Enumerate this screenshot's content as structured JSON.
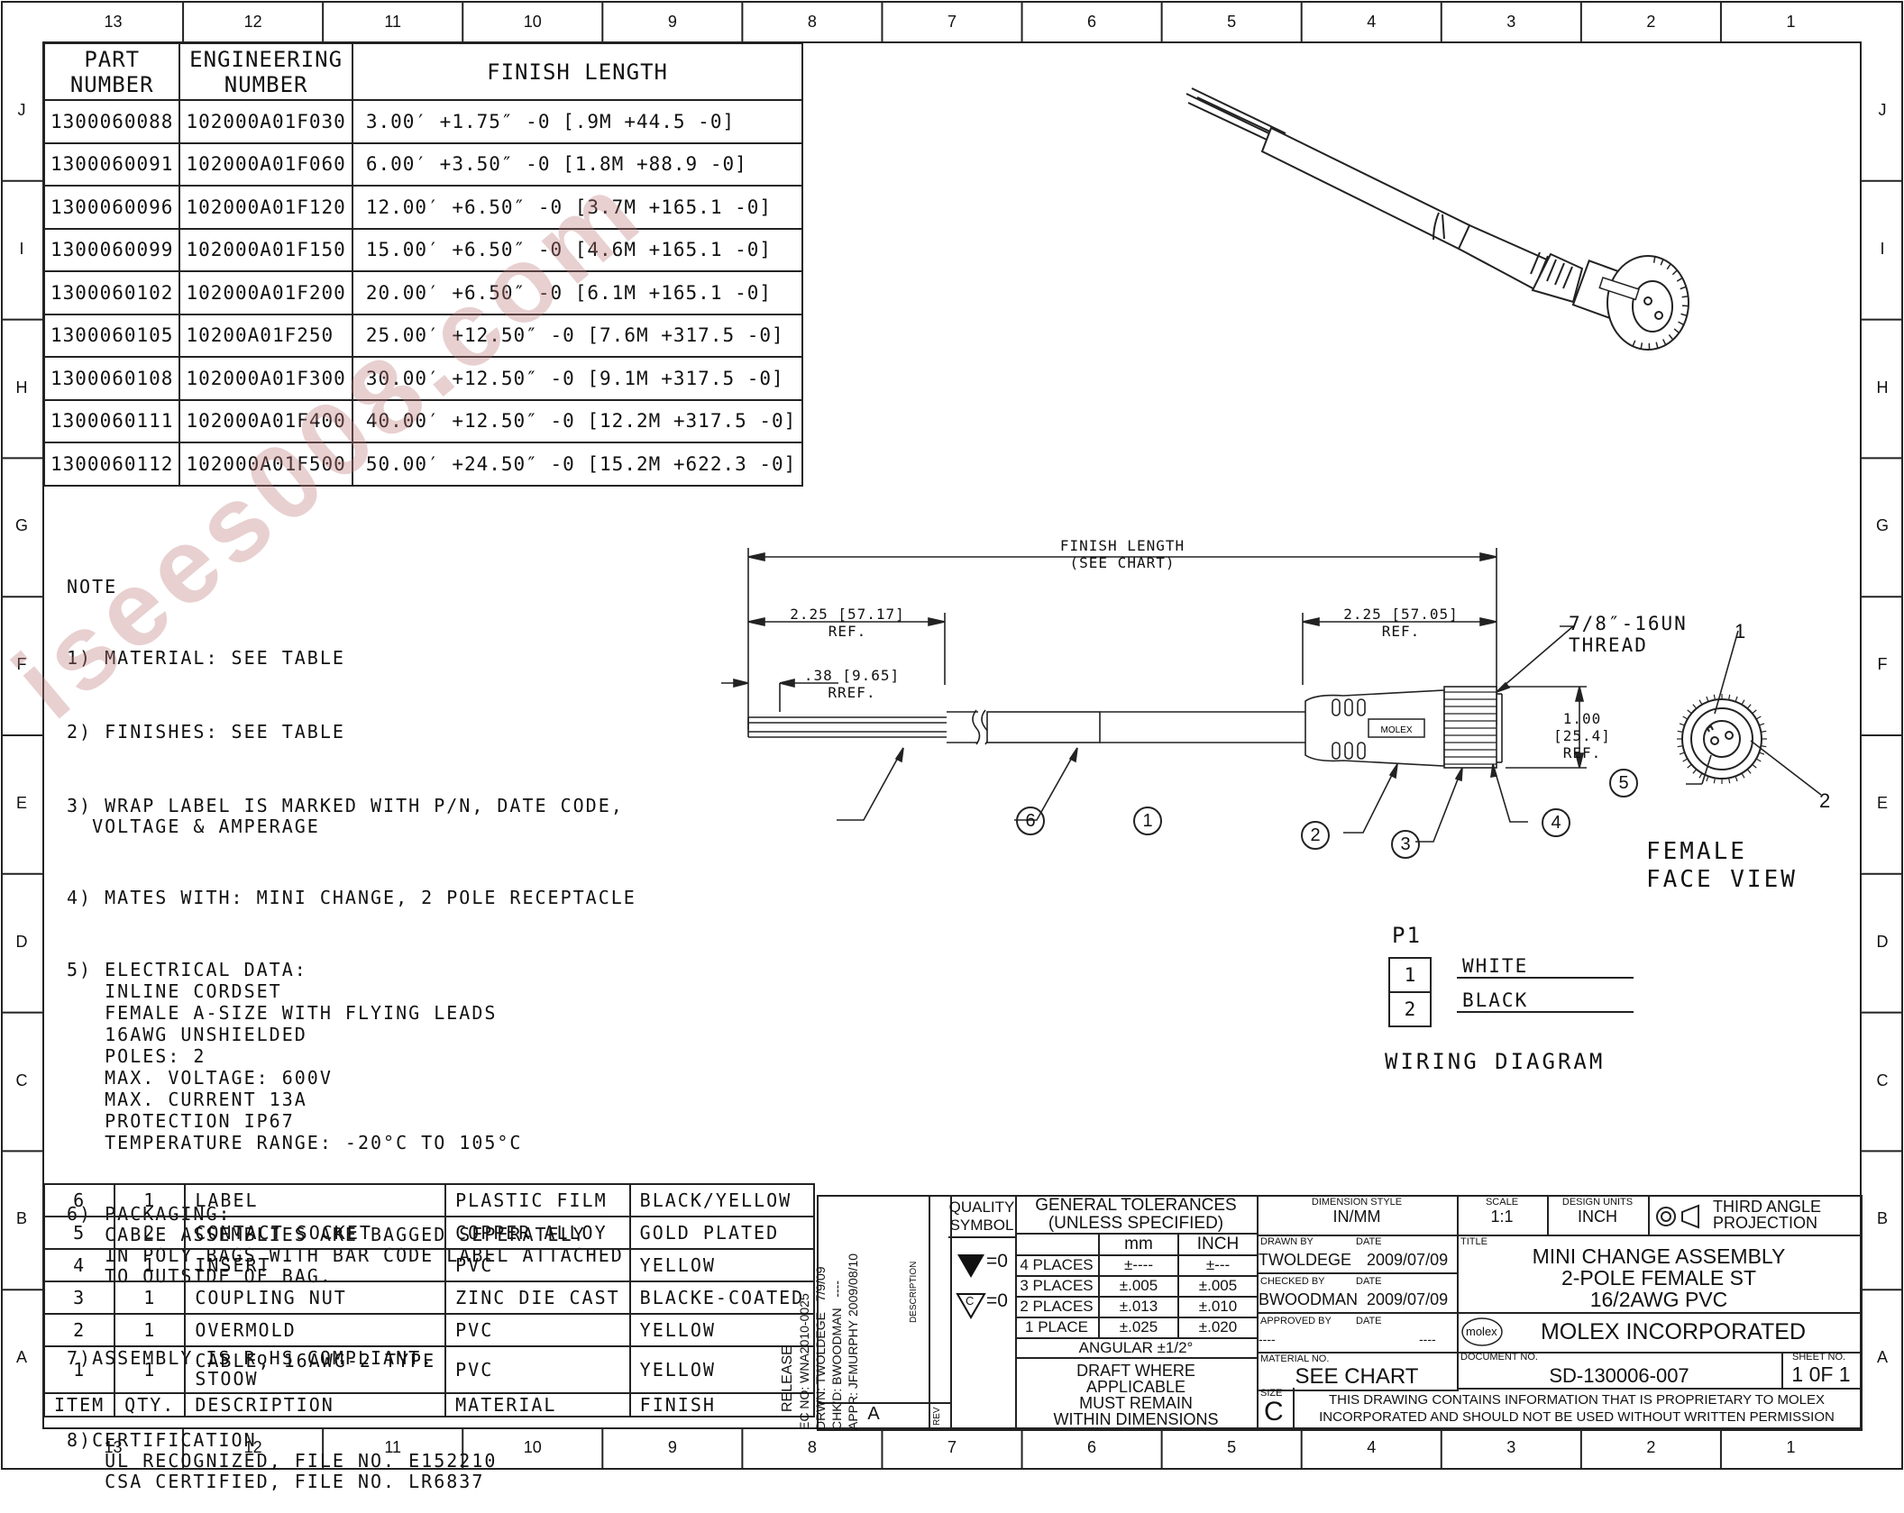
{
  "zones": {
    "columns": [
      "13",
      "12",
      "11",
      "10",
      "9",
      "8",
      "7",
      "6",
      "5",
      "4",
      "3",
      "2",
      "1"
    ],
    "rows": [
      "J",
      "I",
      "H",
      "G",
      "F",
      "E",
      "D",
      "C",
      "B",
      "A"
    ]
  },
  "part_table": {
    "headers": [
      "PART\nNUMBER",
      "ENGINEERING\nNUMBER",
      "FINISH LENGTH"
    ],
    "rows": [
      [
        "1300060088",
        "102000A01F030",
        "3.00′ +1.75″ -0 [.9M +44.5 -0]"
      ],
      [
        "1300060091",
        "102000A01F060",
        "6.00′ +3.50″ -0 [1.8M +88.9 -0]"
      ],
      [
        "1300060096",
        "102000A01F120",
        "12.00′ +6.50″ -0 [3.7M +165.1 -0]"
      ],
      [
        "1300060099",
        "102000A01F150",
        "15.00′ +6.50″ -0 [4.6M +165.1 -0]"
      ],
      [
        "1300060102",
        "102000A01F200",
        "20.00′ +6.50″ -0 [6.1M +165.1 -0]"
      ],
      [
        "1300060105",
        "10200A01F250",
        "25.00′ +12.50″ -0 [7.6M +317.5 -0]"
      ],
      [
        "1300060108",
        "102000A01F300",
        "30.00′ +12.50″ -0 [9.1M +317.5 -0]"
      ],
      [
        "1300060111",
        "102000A01F400",
        "40.00′ +12.50″ -0 [12.2M +317.5 -0]"
      ],
      [
        "1300060112",
        "102000A01F500",
        "50.00′ +24.50″ -0 [15.2M +622.3 -0]"
      ]
    ]
  },
  "notes": {
    "heading": "NOTE",
    "n1": "1) MATERIAL: SEE TABLE",
    "n2": "2) FINISHES: SEE TABLE",
    "n3": "3) WRAP LABEL IS MARKED WITH P/N, DATE CODE,\n  VOLTAGE & AMPERAGE",
    "n4": "4) MATES WITH: MINI CHANGE, 2 POLE RECEPTACLE",
    "n5": "5) ELECTRICAL DATA:\n   INLINE CORDSET\n   FEMALE A-SIZE WITH FLYING LEADS\n   16AWG UNSHIELDED\n   POLES: 2\n   MAX. VOLTAGE: 600V\n   MAX. CURRENT 13A\n   PROTECTION IP67\n   TEMPERATURE RANGE: -20°C TO 105°C",
    "n6": "6) PACKAGING:\n   CABLE ASSEMBLIES ARE BAGGED SEPERATELY\n   IN POLY BAGS WITH BAR CODE LABEL ATTACHED\n   TO OUTSIDE OF BAG.",
    "n7": "7)ASSEMBLY IS RoHS COMPLIANT.",
    "n8": "8)CERTIFICATION\n   UL RECOGNIZED, FILE NO. E152210\n   CSA CERTIFIED, FILE NO. LR6837"
  },
  "dimensions": {
    "finish_length": "FINISH LENGTH",
    "see_chart": "(SEE CHART)",
    "left_ref": "2.25 [57.17]",
    "left_ref2": "REF.",
    "lead_ref": ".38 [9.65]",
    "lead_ref2": "RREF.",
    "right_ref": "2.25 [57.05]",
    "right_ref2": "REF.",
    "thread": "7/8″-16UN",
    "thread2": "THREAD",
    "dia": "1.00 [25.4]",
    "dia2": "REF.",
    "balloons": [
      "1",
      "2",
      "3",
      "4",
      "5",
      "6"
    ],
    "face_view": "FEMALE\nFACE VIEW",
    "label_text": "MOLEX"
  },
  "wiring": {
    "title": "P1",
    "rows": [
      [
        "1",
        "WHITE"
      ],
      [
        "2",
        "BLACK"
      ]
    ],
    "caption": "WIRING DIAGRAM"
  },
  "bom": {
    "rows": [
      [
        "6",
        "1",
        "LABEL",
        "PLASTIC FILM",
        "BLACK/YELLOW"
      ],
      [
        "5",
        "2",
        "CONTACT SOCKET",
        "COPPER ALLOY",
        "GOLD PLATED"
      ],
      [
        "4",
        "1",
        "INSERT",
        "PVC",
        "YELLOW"
      ],
      [
        "3",
        "1",
        "COUPLING NUT",
        "ZINC DIE CAST",
        "BLACKE-COATED"
      ],
      [
        "2",
        "1",
        "OVERMOLD",
        "PVC",
        "YELLOW"
      ],
      [
        "1",
        "1",
        "CABLE, 16AWG-2 TYPE\nSTOOW",
        "PVC",
        "YELLOW"
      ]
    ],
    "header": [
      "ITEM",
      "QTY.",
      "DESCRIPTION",
      "MATERIAL",
      "FINISH"
    ]
  },
  "revision": {
    "release": "RELEASE",
    "ec": "EC NO: WNA2010-0025",
    "drwn": "DRWN: TWOLDEGE",
    "drwn_date": "7/9/09",
    "chkd": "CHK'D: BWOODMAN",
    "appr": "APPR: JFMURPHY",
    "appr_date": "2009/08/10",
    "dash": "----",
    "description": "DESCRIPTION",
    "rev_letter": "A",
    "rev": "REV"
  },
  "title_block": {
    "quality": "QUALITY",
    "symbol": "SYMBOL",
    "q1": "=0",
    "q2": "=0",
    "q2_letter": "C",
    "gen_tol": "GENERAL TOLERANCES",
    "unless": "(UNLESS SPECIFIED)",
    "mm": "mm",
    "inch": "INCH",
    "tol_rows": [
      [
        "4 PLACES",
        "±----",
        "±---"
      ],
      [
        "3 PLACES",
        "±.005",
        "±.005"
      ],
      [
        "2 PLACES",
        "±.013",
        "±.010"
      ],
      [
        "1 PLACE",
        "±.025",
        "±.020"
      ]
    ],
    "angular": "ANGULAR ±1/2°",
    "draft": "DRAFT WHERE\nAPPLICABLE\nMUST REMAIN\nWITHIN DIMENSIONS",
    "dim_style_label": "DIMENSION STYLE",
    "dim_style": "IN/MM",
    "scale_label": "SCALE",
    "scale": "1:1",
    "design_units_label": "DESIGN UNITS",
    "design_units": "INCH",
    "projection": "THIRD ANGLE\nPROJECTION",
    "drawn_by_label": "DRAWN BY",
    "date_label": "DATE",
    "drawn_by": "TWOLDEGE",
    "drawn_date": "2009/07/09",
    "checked_by_label": "CHECKED BY",
    "checked_by": "BWOODMAN",
    "checked_date": "2009/07/09",
    "approved_by_label": "APPROVED BY",
    "approved_by": "----",
    "approved_date": "----",
    "title_label": "TITLE",
    "title": "MINI CHANGE ASSEMBLY\n2-POLE FEMALE ST\n16/2AWG PVC",
    "logo": "molex",
    "company": "MOLEX INCORPORATED",
    "material_label": "MATERIAL NO.",
    "material": "SEE CHART",
    "doc_label": "DOCUMENT NO.",
    "doc_no": "SD-130006-007",
    "sheet_label": "SHEET NO.",
    "sheet": "1 0F 1",
    "size_label": "SIZE",
    "size": "C",
    "proprietary": "THIS DRAWING CONTAINS INFORMATION THAT IS PROPRIETARY TO MOLEX\nINCORPORATED AND SHOULD NOT BE USED WITHOUT WRITTEN PERMISSION"
  },
  "watermark": "isees008.com"
}
